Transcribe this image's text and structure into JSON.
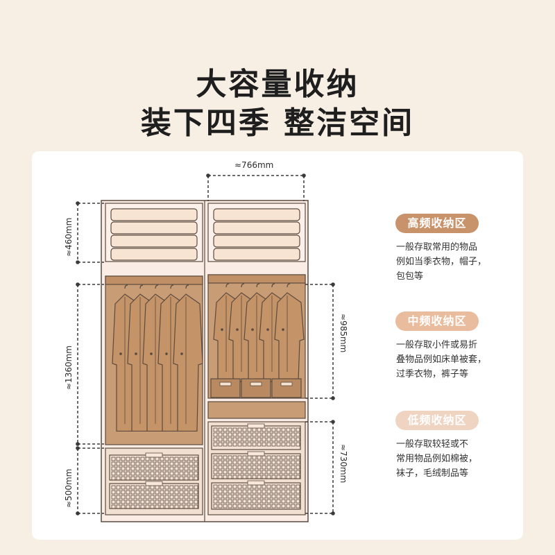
{
  "title": {
    "line1": "大容量收纳",
    "line2": "装下四季 整洁空间"
  },
  "dimensions": {
    "width_top": "≈766mm",
    "left_top": "≈460mm",
    "left_middle": "≈1360mm",
    "left_bottom": "≈500mm",
    "right_middle": "≈985mm",
    "right_bottom": "≈730mm"
  },
  "zones": [
    {
      "label": "高频收纳区",
      "color": "#c8936b",
      "lines": [
        "一般存取常用的物品",
        "例如当季衣物，帽子，",
        "包包等"
      ]
    },
    {
      "label": "中频收纳区",
      "color": "#e9bc9d",
      "lines": [
        "一般存取小件或易折",
        "叠物品例如床单被套，",
        "过季衣物，裤子等"
      ]
    },
    {
      "label": "低频收纳区",
      "color": "#f0d4c2",
      "lines": [
        "一般存取较轻或不",
        "常用物品例如棉被，",
        "袜子，毛绒制品等"
      ]
    }
  ],
  "colors": {
    "background": "#f8efe4",
    "frame": "#f9ede6",
    "hanging_area": "#c89c74",
    "coat": "#c49368",
    "outline": "#5b4a3e"
  }
}
